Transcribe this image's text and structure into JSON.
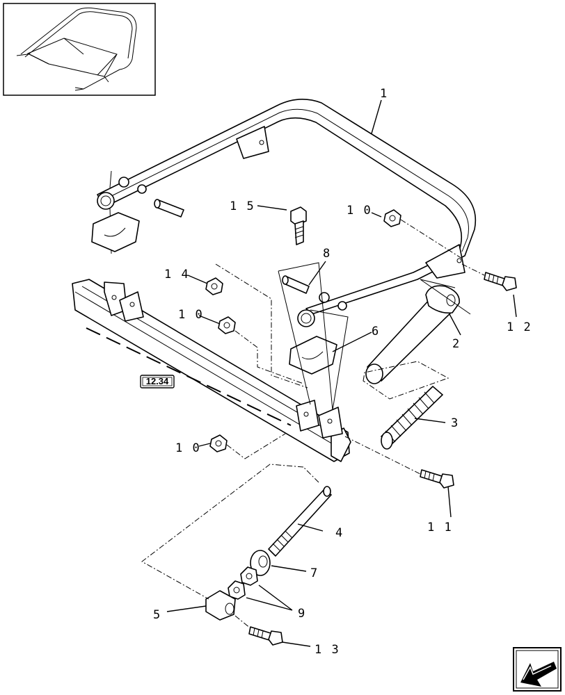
{
  "diagram": {
    "reference_badge": "12.34",
    "callouts": {
      "p1": "1",
      "p2": "2",
      "p3": "3",
      "p4": "4",
      "p5": "5",
      "p6": "6",
      "p7": "7",
      "p8": "8",
      "p9": "9",
      "p10a": "1 0",
      "p10b": "1 0",
      "p10c": "1 0",
      "p11": "1 1",
      "p12": "1 2",
      "p13": "1 3",
      "p14": "1 4",
      "p15": "1 5"
    },
    "icons": {
      "inset": "seat-frame-thumbnail-icon",
      "nav": "previous-page-arrow-icon"
    }
  }
}
